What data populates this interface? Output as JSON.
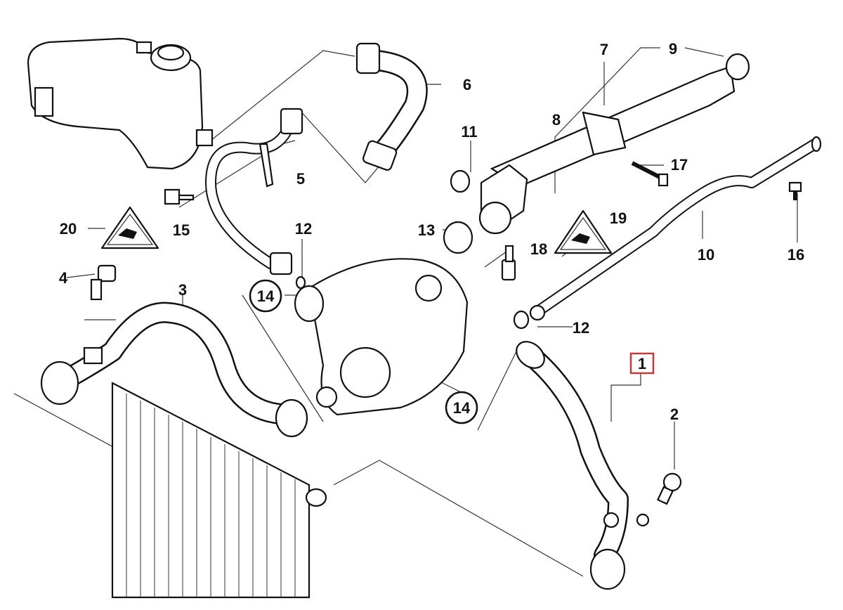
{
  "diagram": {
    "title": "Cooling system water hoses (exploded parts view)",
    "highlighted_part": "1",
    "highlight_color": "#c0393b",
    "callouts": [
      {
        "id": "1",
        "label": "1",
        "style": "boxed-highlight"
      },
      {
        "id": "2",
        "label": "2",
        "style": "plain"
      },
      {
        "id": "3",
        "label": "3",
        "style": "plain"
      },
      {
        "id": "4",
        "label": "4",
        "style": "plain"
      },
      {
        "id": "5",
        "label": "5",
        "style": "plain"
      },
      {
        "id": "6",
        "label": "6",
        "style": "plain"
      },
      {
        "id": "7",
        "label": "7",
        "style": "plain"
      },
      {
        "id": "8",
        "label": "8",
        "style": "plain"
      },
      {
        "id": "9",
        "label": "9",
        "style": "plain"
      },
      {
        "id": "10",
        "label": "10",
        "style": "plain"
      },
      {
        "id": "11",
        "label": "11",
        "style": "plain"
      },
      {
        "id": "12a",
        "label": "12",
        "style": "plain"
      },
      {
        "id": "12b",
        "label": "12",
        "style": "plain"
      },
      {
        "id": "13",
        "label": "13",
        "style": "plain"
      },
      {
        "id": "14a",
        "label": "14",
        "style": "circled"
      },
      {
        "id": "14b",
        "label": "14",
        "style": "circled"
      },
      {
        "id": "15",
        "label": "15",
        "style": "plain"
      },
      {
        "id": "16",
        "label": "16",
        "style": "plain"
      },
      {
        "id": "17",
        "label": "17",
        "style": "plain"
      },
      {
        "id": "18",
        "label": "18",
        "style": "plain"
      },
      {
        "id": "19",
        "label": "19",
        "style": "plain"
      },
      {
        "id": "20",
        "label": "20",
        "style": "plain"
      }
    ],
    "components": [
      "expansion-tank",
      "upper-hose",
      "hose-with-bracket",
      "radiator",
      "radiator-hose",
      "water-pump",
      "thermostat-housing",
      "coolant-pipe",
      "return-pipe",
      "lower-hose",
      "bleed-screw",
      "temperature-sensor",
      "warning-triangle",
      "o-ring",
      "bolt"
    ]
  }
}
